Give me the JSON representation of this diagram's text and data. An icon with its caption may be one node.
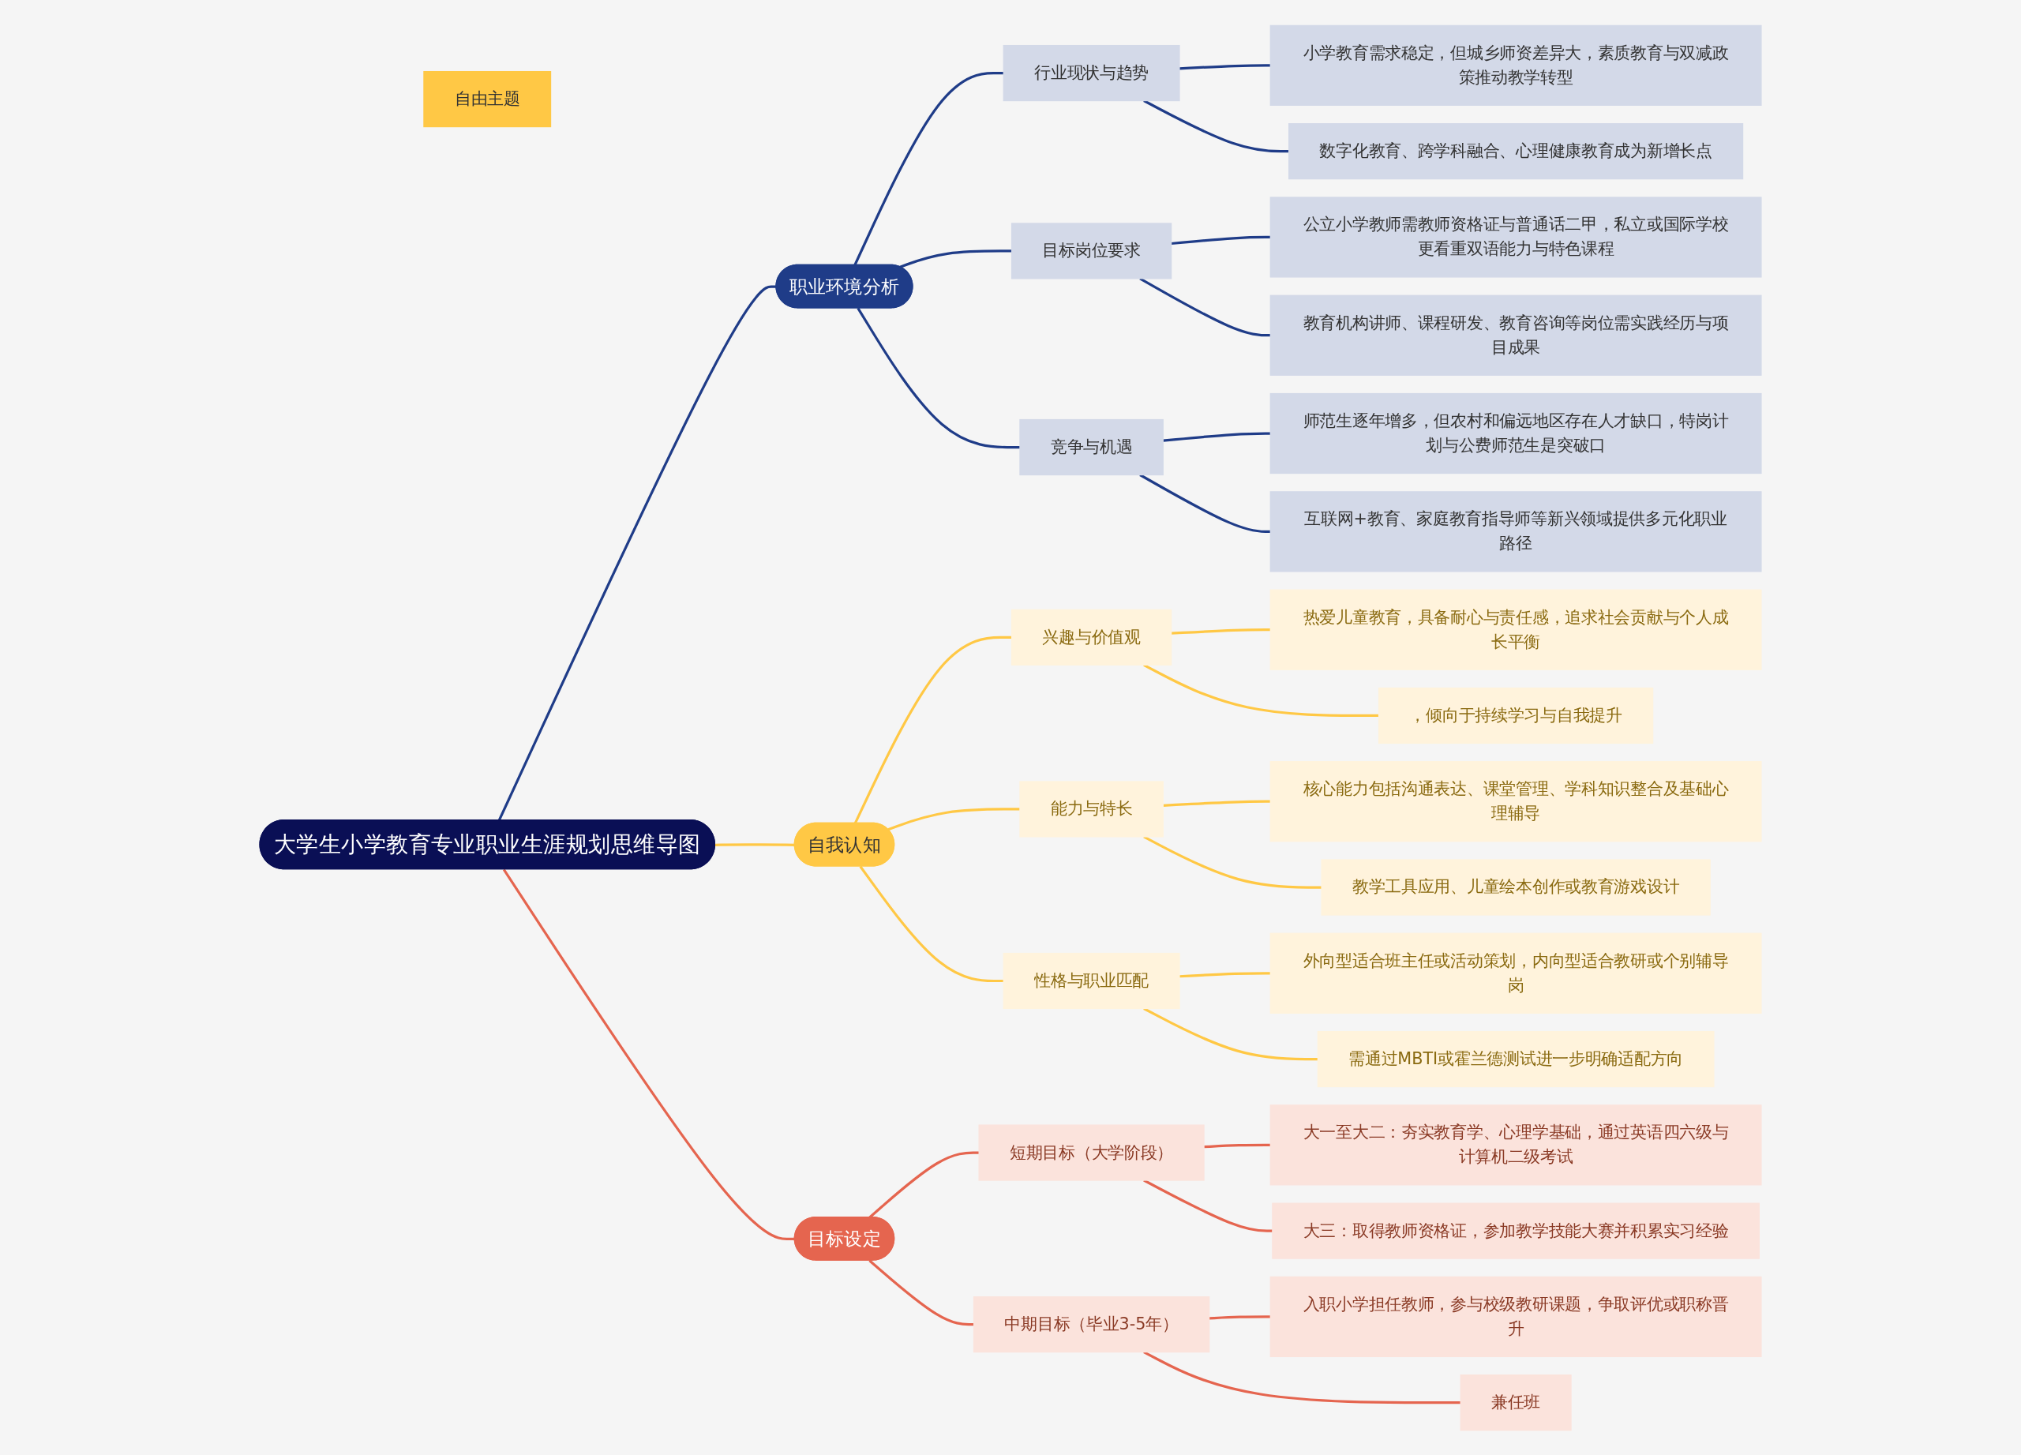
{
  "diagram": {
    "nodes": [
      {
        "text": [
          "大学生小学教育专业职业生涯规划思维导图"
        ]
      },
      {
        "text": [
          "自由主题"
        ]
      },
      {
        "text": [
          "职业环境分析"
        ]
      },
      {
        "text": [
          "行业现状与趋势"
        ]
      },
      {
        "text": [
          "小学教育需求稳定，但城乡师资差异大，素质教育与双减政策推动教学转型"
        ]
      },
      {
        "text": [
          "数字化教育、跨学科融合、心理健康教育成为新增长点"
        ]
      },
      {
        "text": [
          "目标岗位要求"
        ]
      },
      {
        "text": [
          "公立小学教师需教师资格证与普通话二甲，私立或国际学校更看重双语能力与特色课程"
        ]
      },
      {
        "text": [
          "教育机构讲师、课程研发、教育咨询等岗位需实践经历与项目成果"
        ]
      },
      {
        "text": [
          "竞争与机遇"
        ]
      },
      {
        "text": [
          "师范生逐年增多，但农村和偏远地区存在人才缺口，特岗计划与公费师范生是突破口"
        ]
      },
      {
        "text": [
          "互联网+教育、家庭教育指导师等新兴领域提供多元化职业路径"
        ]
      },
      {
        "text": [
          "自我认知"
        ]
      },
      {
        "text": [
          "兴趣与价值观"
        ]
      },
      {
        "text": [
          "热爱儿童教育，具备耐心与责任感，追求社会贡献与个人成长平衡"
        ]
      },
      {
        "text": [
          "，倾向于持续学习与自我提升"
        ]
      },
      {
        "text": [
          "能力与特长"
        ]
      },
      {
        "text": [
          "核心能力包括沟通表达、课堂管理、学科知识整合及基础心理辅导"
        ]
      },
      {
        "text": [
          "教学工具应用、儿童绘本创作或教育游戏设计"
        ]
      },
      {
        "text": [
          "性格与职业匹配"
        ]
      },
      {
        "text": [
          "外向型适合班主任或活动策划，内向型适合教研或个别辅导岗"
        ]
      },
      {
        "text": [
          "需通过MBTI或霍兰德测试进一步明确适配方向"
        ]
      },
      {
        "text": [
          "目标设定"
        ]
      },
      {
        "text": [
          "短期目标（大学阶段）"
        ]
      },
      {
        "text": [
          "大一至大二：夯实教育学、心理学基础，通过英语四六级与计算机二级考试"
        ]
      },
      {
        "text": [
          "大三：取得教师资格证，参加教学技能大赛并积累实习经验"
        ]
      },
      {
        "text": [
          "中期目标（毕业3-5年）"
        ]
      },
      {
        "text": [
          "入职小学担任教师，参与校级教研课题，争取评优或职称晋升"
        ]
      },
      {
        "text": [
          "兼任班"
        ]
      }
    ],
    "edges": [
      {
        "from": 0,
        "to": 2,
        "arrow": "none",
        "color": "#1f3c88"
      },
      {
        "from": 2,
        "to": 3,
        "arrow": "none",
        "color": "#1f3c88"
      },
      {
        "from": 3,
        "to": 4,
        "arrow": "none",
        "color": "#1f3c88"
      },
      {
        "from": 3,
        "to": 5,
        "arrow": "none",
        "color": "#1f3c88"
      },
      {
        "from": 2,
        "to": 6,
        "arrow": "none",
        "color": "#1f3c88"
      },
      {
        "from": 6,
        "to": 7,
        "arrow": "none",
        "color": "#1f3c88"
      },
      {
        "from": 6,
        "to": 8,
        "arrow": "none",
        "color": "#1f3c88"
      },
      {
        "from": 2,
        "to": 9,
        "arrow": "none",
        "color": "#1f3c88"
      },
      {
        "from": 9,
        "to": 10,
        "arrow": "none",
        "color": "#1f3c88"
      },
      {
        "from": 9,
        "to": 11,
        "arrow": "none",
        "color": "#1f3c88"
      },
      {
        "from": 0,
        "to": 12,
        "arrow": "none",
        "color": "#ffc845"
      },
      {
        "from": 12,
        "to": 13,
        "arrow": "none",
        "color": "#ffc845"
      },
      {
        "from": 13,
        "to": 14,
        "arrow": "none",
        "color": "#ffc845"
      },
      {
        "from": 13,
        "to": 15,
        "arrow": "none",
        "color": "#ffc845"
      },
      {
        "from": 12,
        "to": 16,
        "arrow": "none",
        "color": "#ffc845"
      },
      {
        "from": 16,
        "to": 17,
        "arrow": "none",
        "color": "#ffc845"
      },
      {
        "from": 16,
        "to": 18,
        "arrow": "none",
        "color": "#ffc845"
      },
      {
        "from": 12,
        "to": 19,
        "arrow": "none",
        "color": "#ffc845"
      },
      {
        "from": 19,
        "to": 20,
        "arrow": "none",
        "color": "#ffc845"
      },
      {
        "from": 19,
        "to": 21,
        "arrow": "none",
        "color": "#ffc845"
      },
      {
        "from": 0,
        "to": 22,
        "arrow": "none",
        "color": "#e5654f"
      },
      {
        "from": 22,
        "to": 23,
        "arrow": "none",
        "color": "#e5654f"
      },
      {
        "from": 23,
        "to": 24,
        "arrow": "none",
        "color": "#e5654f"
      },
      {
        "from": 23,
        "to": 25,
        "arrow": "none",
        "color": "#e5654f"
      },
      {
        "from": 22,
        "to": 26,
        "arrow": "none",
        "color": "#e5654f"
      },
      {
        "from": 26,
        "to": 27,
        "arrow": "none",
        "color": "#e5654f"
      },
      {
        "from": 26,
        "to": 28,
        "arrow": "none",
        "color": "#e5654f"
      }
    ]
  }
}
